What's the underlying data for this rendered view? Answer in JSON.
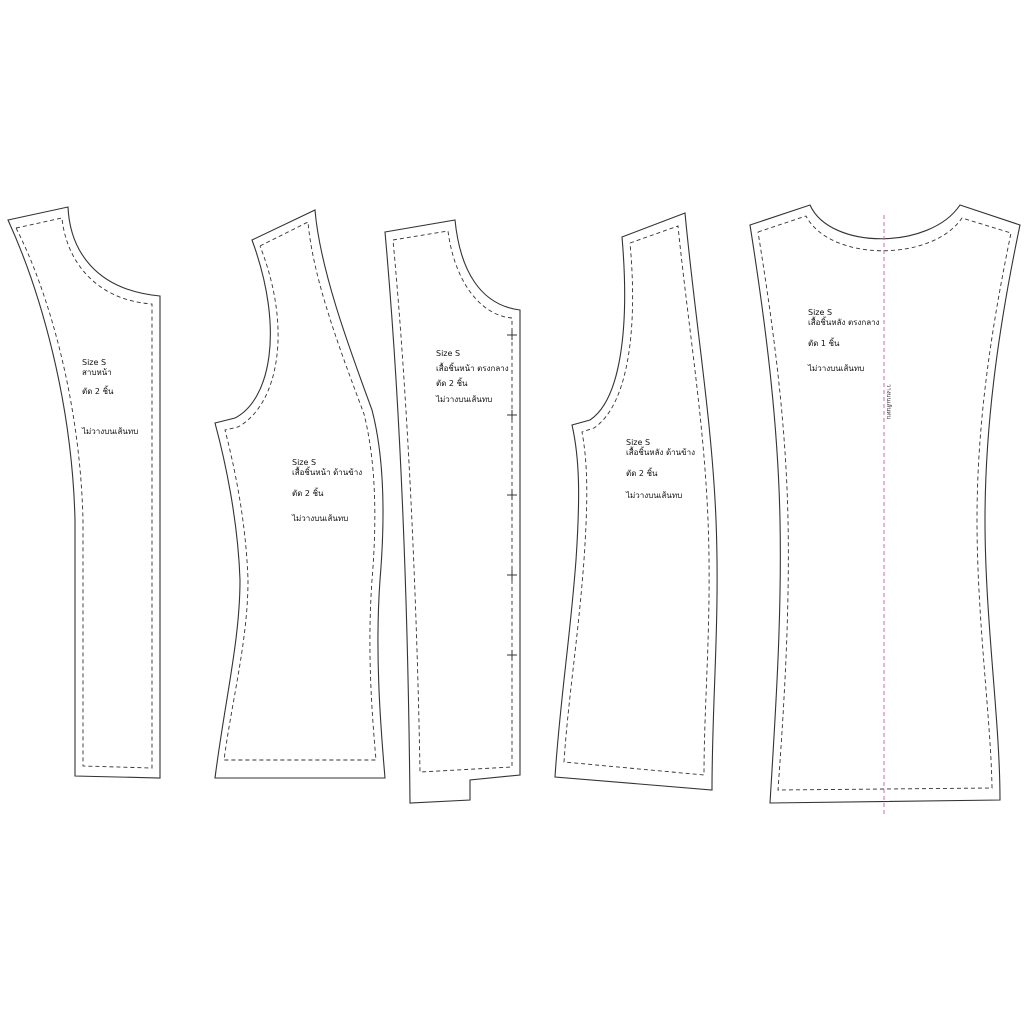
{
  "pieces": [
    {
      "size": "Size S",
      "name": "สาบหน้า",
      "cut": "ตัด 2 ชิ้น",
      "fold": "ไม่วางบนเส้นทบ"
    },
    {
      "size": "Size S",
      "name": "เสื้อชิ้นหน้า ด้านข้าง",
      "cut": "ตัด 2 ชิ้น",
      "fold": "ไม่วางบนเส้นทบ"
    },
    {
      "size": "Size S",
      "name": "เสื้อชิ้นหน้า ตรงกลาง",
      "cut": "ตัด 2 ชิ้น",
      "fold": "ไม่วางบนเส้นทบ"
    },
    {
      "size": "Size S",
      "name": "เสื้อชิ้นหลัง ด้านข้าง",
      "cut": "ตัด 2 ชิ้น",
      "fold": "ไม่วางบนเส้นทบ"
    },
    {
      "size": "Size S",
      "name": "เสื้อชิ้นหลัง ตรงกลาง",
      "cut": "ตัด 1 ชิ้น",
      "fold": "ไม่วางบนเส้นทบ"
    }
  ],
  "center_fold_label": "วางบนเส้นทบ",
  "colors": {
    "outline": "#333333",
    "fold_line": "#d66ab0"
  }
}
